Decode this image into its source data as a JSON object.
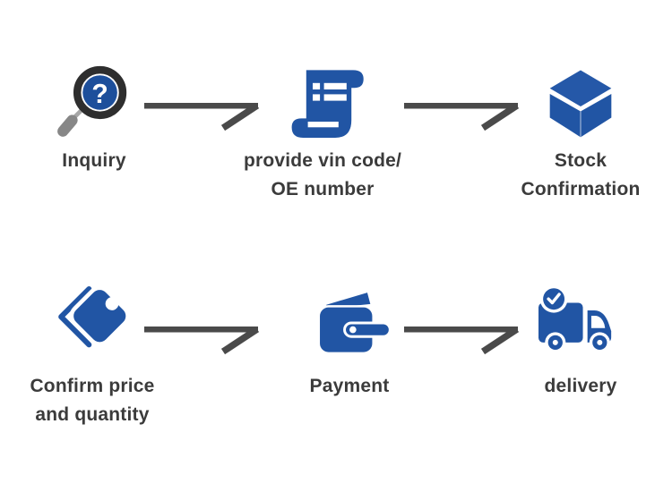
{
  "diagram": {
    "background": "#ffffff",
    "colors": {
      "icon_blue": "#2155a4",
      "arrow_gray": "#4a4a4a",
      "label_text": "#3b3b3b",
      "magnifier_ring": "#2e2e2e",
      "magnifier_handle": "#8a8a8a"
    },
    "magnifier_glyph": "?",
    "steps": [
      {
        "name": "inquiry",
        "icon": "magnifier-question-icon",
        "line1": "Inquiry",
        "line2": ""
      },
      {
        "name": "provide-vin-code",
        "icon": "scroll-list-icon",
        "line1": "provide vin code/",
        "line2": "OE number"
      },
      {
        "name": "stock-confirmation",
        "icon": "stock-cube-icon",
        "line1": "Stock",
        "line2": "Confirmation"
      },
      {
        "name": "confirm-price",
        "icon": "price-tags-icon",
        "line1": "Confirm price",
        "line2": "and quantity"
      },
      {
        "name": "payment",
        "icon": "wallet-icon",
        "line1": "Payment",
        "line2": ""
      },
      {
        "name": "delivery",
        "icon": "delivery-truck-icon",
        "line1": "delivery",
        "line2": ""
      }
    ]
  }
}
